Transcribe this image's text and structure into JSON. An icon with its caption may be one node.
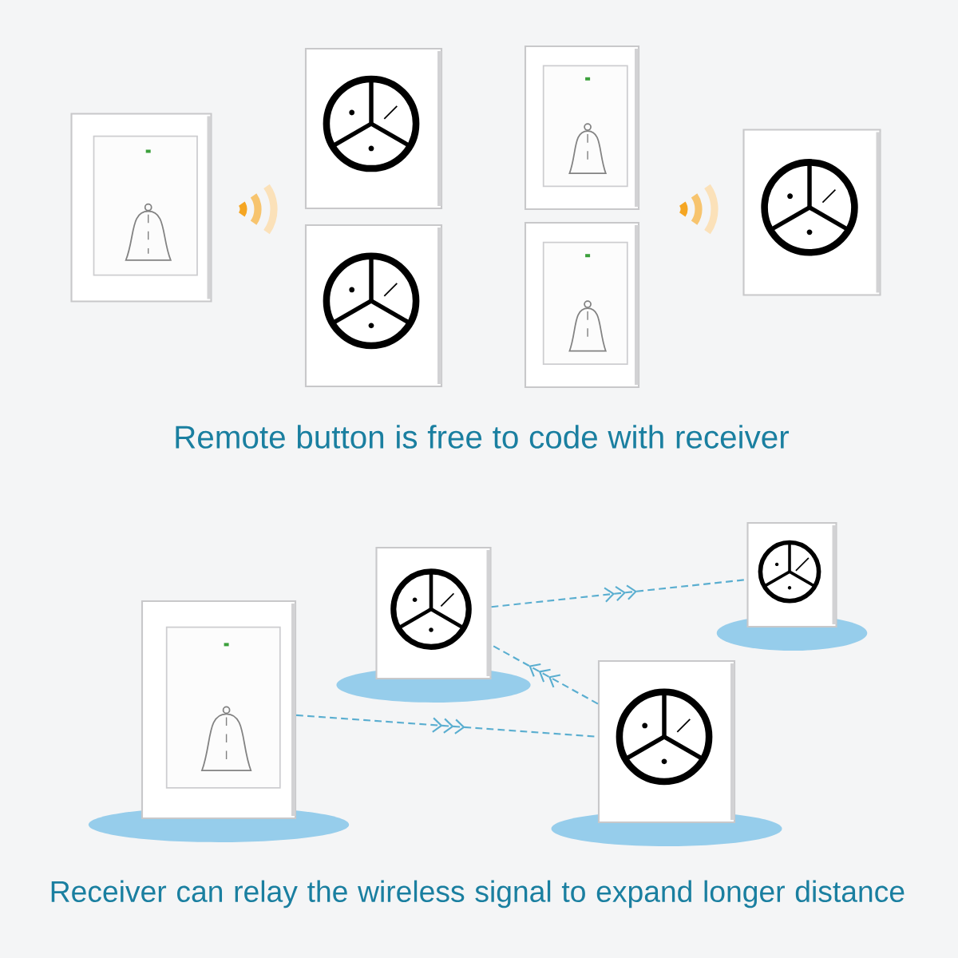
{
  "diagram": {
    "nodes": [
      {
        "text": [],
        "shape": "picture"
      },
      {
        "text": [],
        "shape": "picture"
      },
      {
        "text": [],
        "shape": "picture"
      },
      {
        "text": [],
        "shape": "picture"
      },
      {
        "text": [],
        "shape": "picture"
      },
      {
        "text": [],
        "shape": "picture"
      },
      {
        "text": [],
        "shape": "picture"
      },
      {
        "text": [],
        "shape": "picture"
      },
      {
        "text": [],
        "shape": "picture"
      },
      {
        "text": [],
        "shape": "picture"
      }
    ],
    "edges": [
      {
        "from": 7,
        "to": 8,
        "arrow": "to",
        "style": "dashed"
      },
      {
        "from": 9,
        "to": 7,
        "arrow": "to",
        "style": "dashed"
      },
      {
        "from": 6,
        "to": 9,
        "arrow": "to",
        "style": "dashed"
      }
    ],
    "labels": [
      "Remote button is free to code with receiver",
      "Receiver can relay the wireless signal to expand longer distance"
    ]
  }
}
